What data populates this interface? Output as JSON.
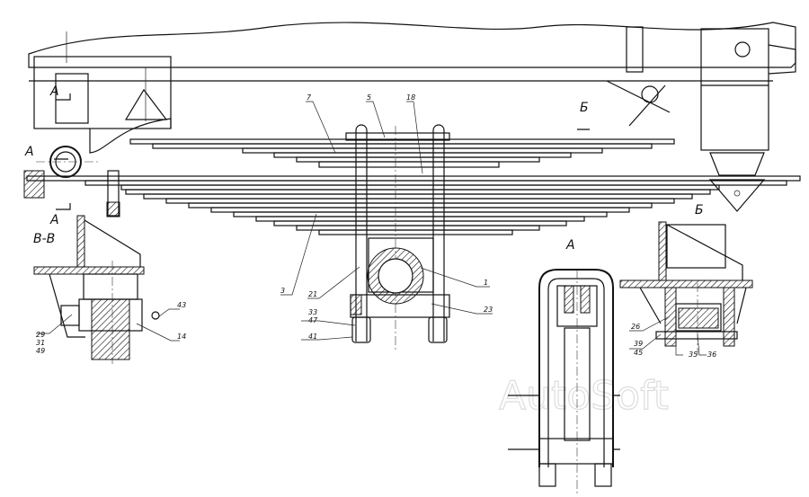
{
  "watermark": "AutoSoft",
  "section_marks": {
    "a_top": "A",
    "a_side": "A",
    "a_bottom": "A",
    "b_top": "Б",
    "b_right": "Б",
    "view_bb": "В-В",
    "view_a": "A"
  },
  "callouts": {
    "c7": "7",
    "c5": "5",
    "c18": "18",
    "c3": "3",
    "c21": "21",
    "c1": "1",
    "c23": "23",
    "c33": "33",
    "c47": "47",
    "c41": "41",
    "c29": "29",
    "c31": "31",
    "c49": "49",
    "c43": "43",
    "c14": "14",
    "c26": "26",
    "c39": "39",
    "c45": "45",
    "c35": "35",
    "c36": "36"
  }
}
